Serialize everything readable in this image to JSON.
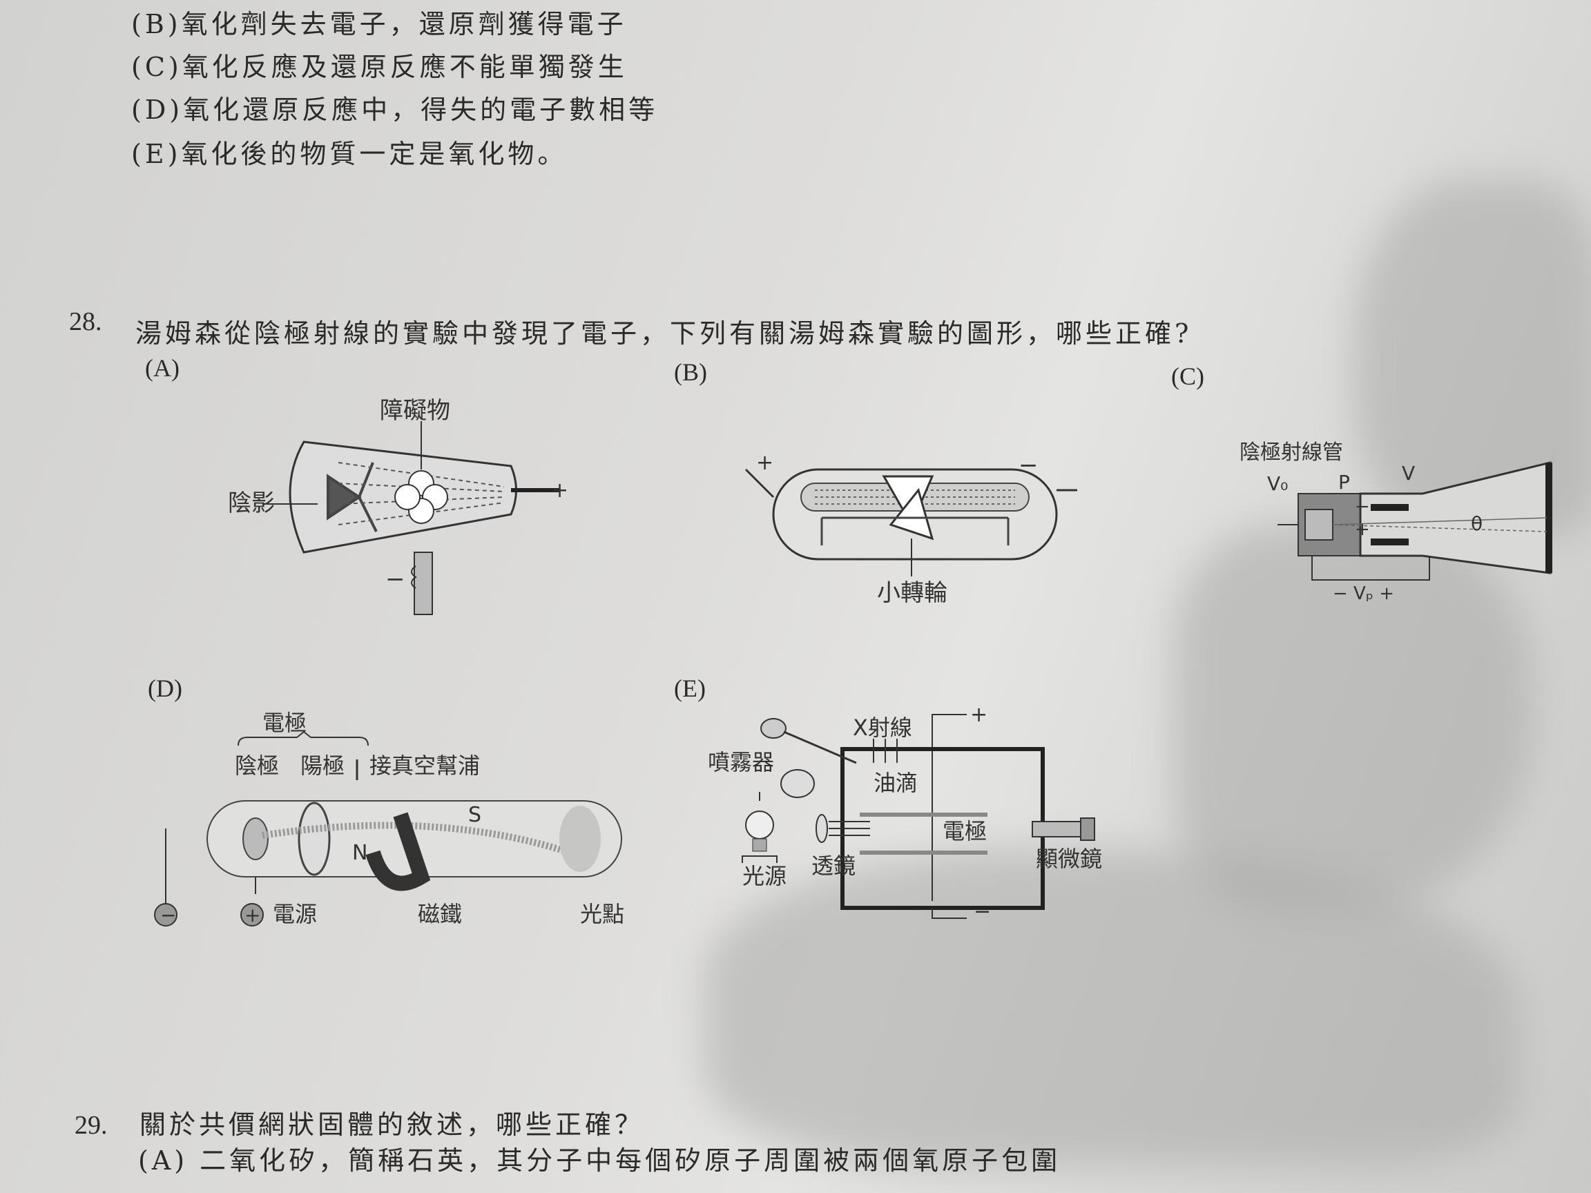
{
  "prev_options": [
    {
      "label": "(B)氧化劑失去電子，還原劑獲得電子"
    },
    {
      "label": "(C)氧化反應及還原反應不能單獨發生"
    },
    {
      "label": "(D)氧化還原反應中，得失的電子數相等"
    },
    {
      "label": "(E)氧化後的物質一定是氧化物。"
    }
  ],
  "q28": {
    "number": "28.",
    "text": "湯姆森從陰極射線的實驗中發現了電子，下列有關湯姆森實驗的圖形，哪些正確?",
    "figures": {
      "A": {
        "label": "(A)",
        "obstacle": "障礙物",
        "shadow": "陰影",
        "plus": "+",
        "minus": "−"
      },
      "B": {
        "label": "(B)",
        "wheel": "小轉輪",
        "plus": "+",
        "minus": "−"
      },
      "C": {
        "label": "(C)",
        "tube": "陰極射線管",
        "v0": "V₀",
        "p": "P",
        "v": "V",
        "vp": "− Vₚ +",
        "theta": "θ",
        "plus": "+",
        "minus": "−"
      },
      "D": {
        "label": "(D)",
        "electrode": "電極",
        "cathode": "陰極",
        "anode": "陽極",
        "vacuum": "接真空幫浦",
        "power": "電源",
        "magnet": "磁鐵",
        "spot": "光點",
        "n": "N",
        "s": "S",
        "minus": "−",
        "plus": "+"
      },
      "E": {
        "label": "(E)",
        "xray": "X射線",
        "sprayer": "噴霧器",
        "oil": "油滴",
        "electrode": "電極",
        "microscope": "顯微鏡",
        "light": "光源",
        "lens": "透鏡",
        "plus": "+",
        "minus": "−"
      }
    }
  },
  "q29": {
    "number": "29.",
    "text": "關於共價網狀固體的敘述，哪些正確？",
    "option_a": "(A) 二氧化矽，簡稱石英，其分子中每個矽原子周圍被兩個氧原子包圍"
  }
}
